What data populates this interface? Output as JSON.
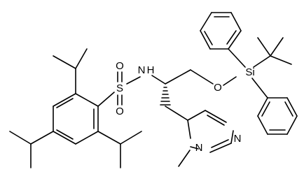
{
  "atom_labels": {
    "sulfur": "S",
    "sulfonyl_oxygen_top": "O",
    "sulfonyl_oxygen_bottom": "O",
    "amide_nitrogen": "N",
    "amide_hydrogen": "H",
    "ether_oxygen": "O",
    "silicon": "Si",
    "imidazole_nitrogen_methyl": "N",
    "imidazole_nitrogen_ring": "N"
  }
}
